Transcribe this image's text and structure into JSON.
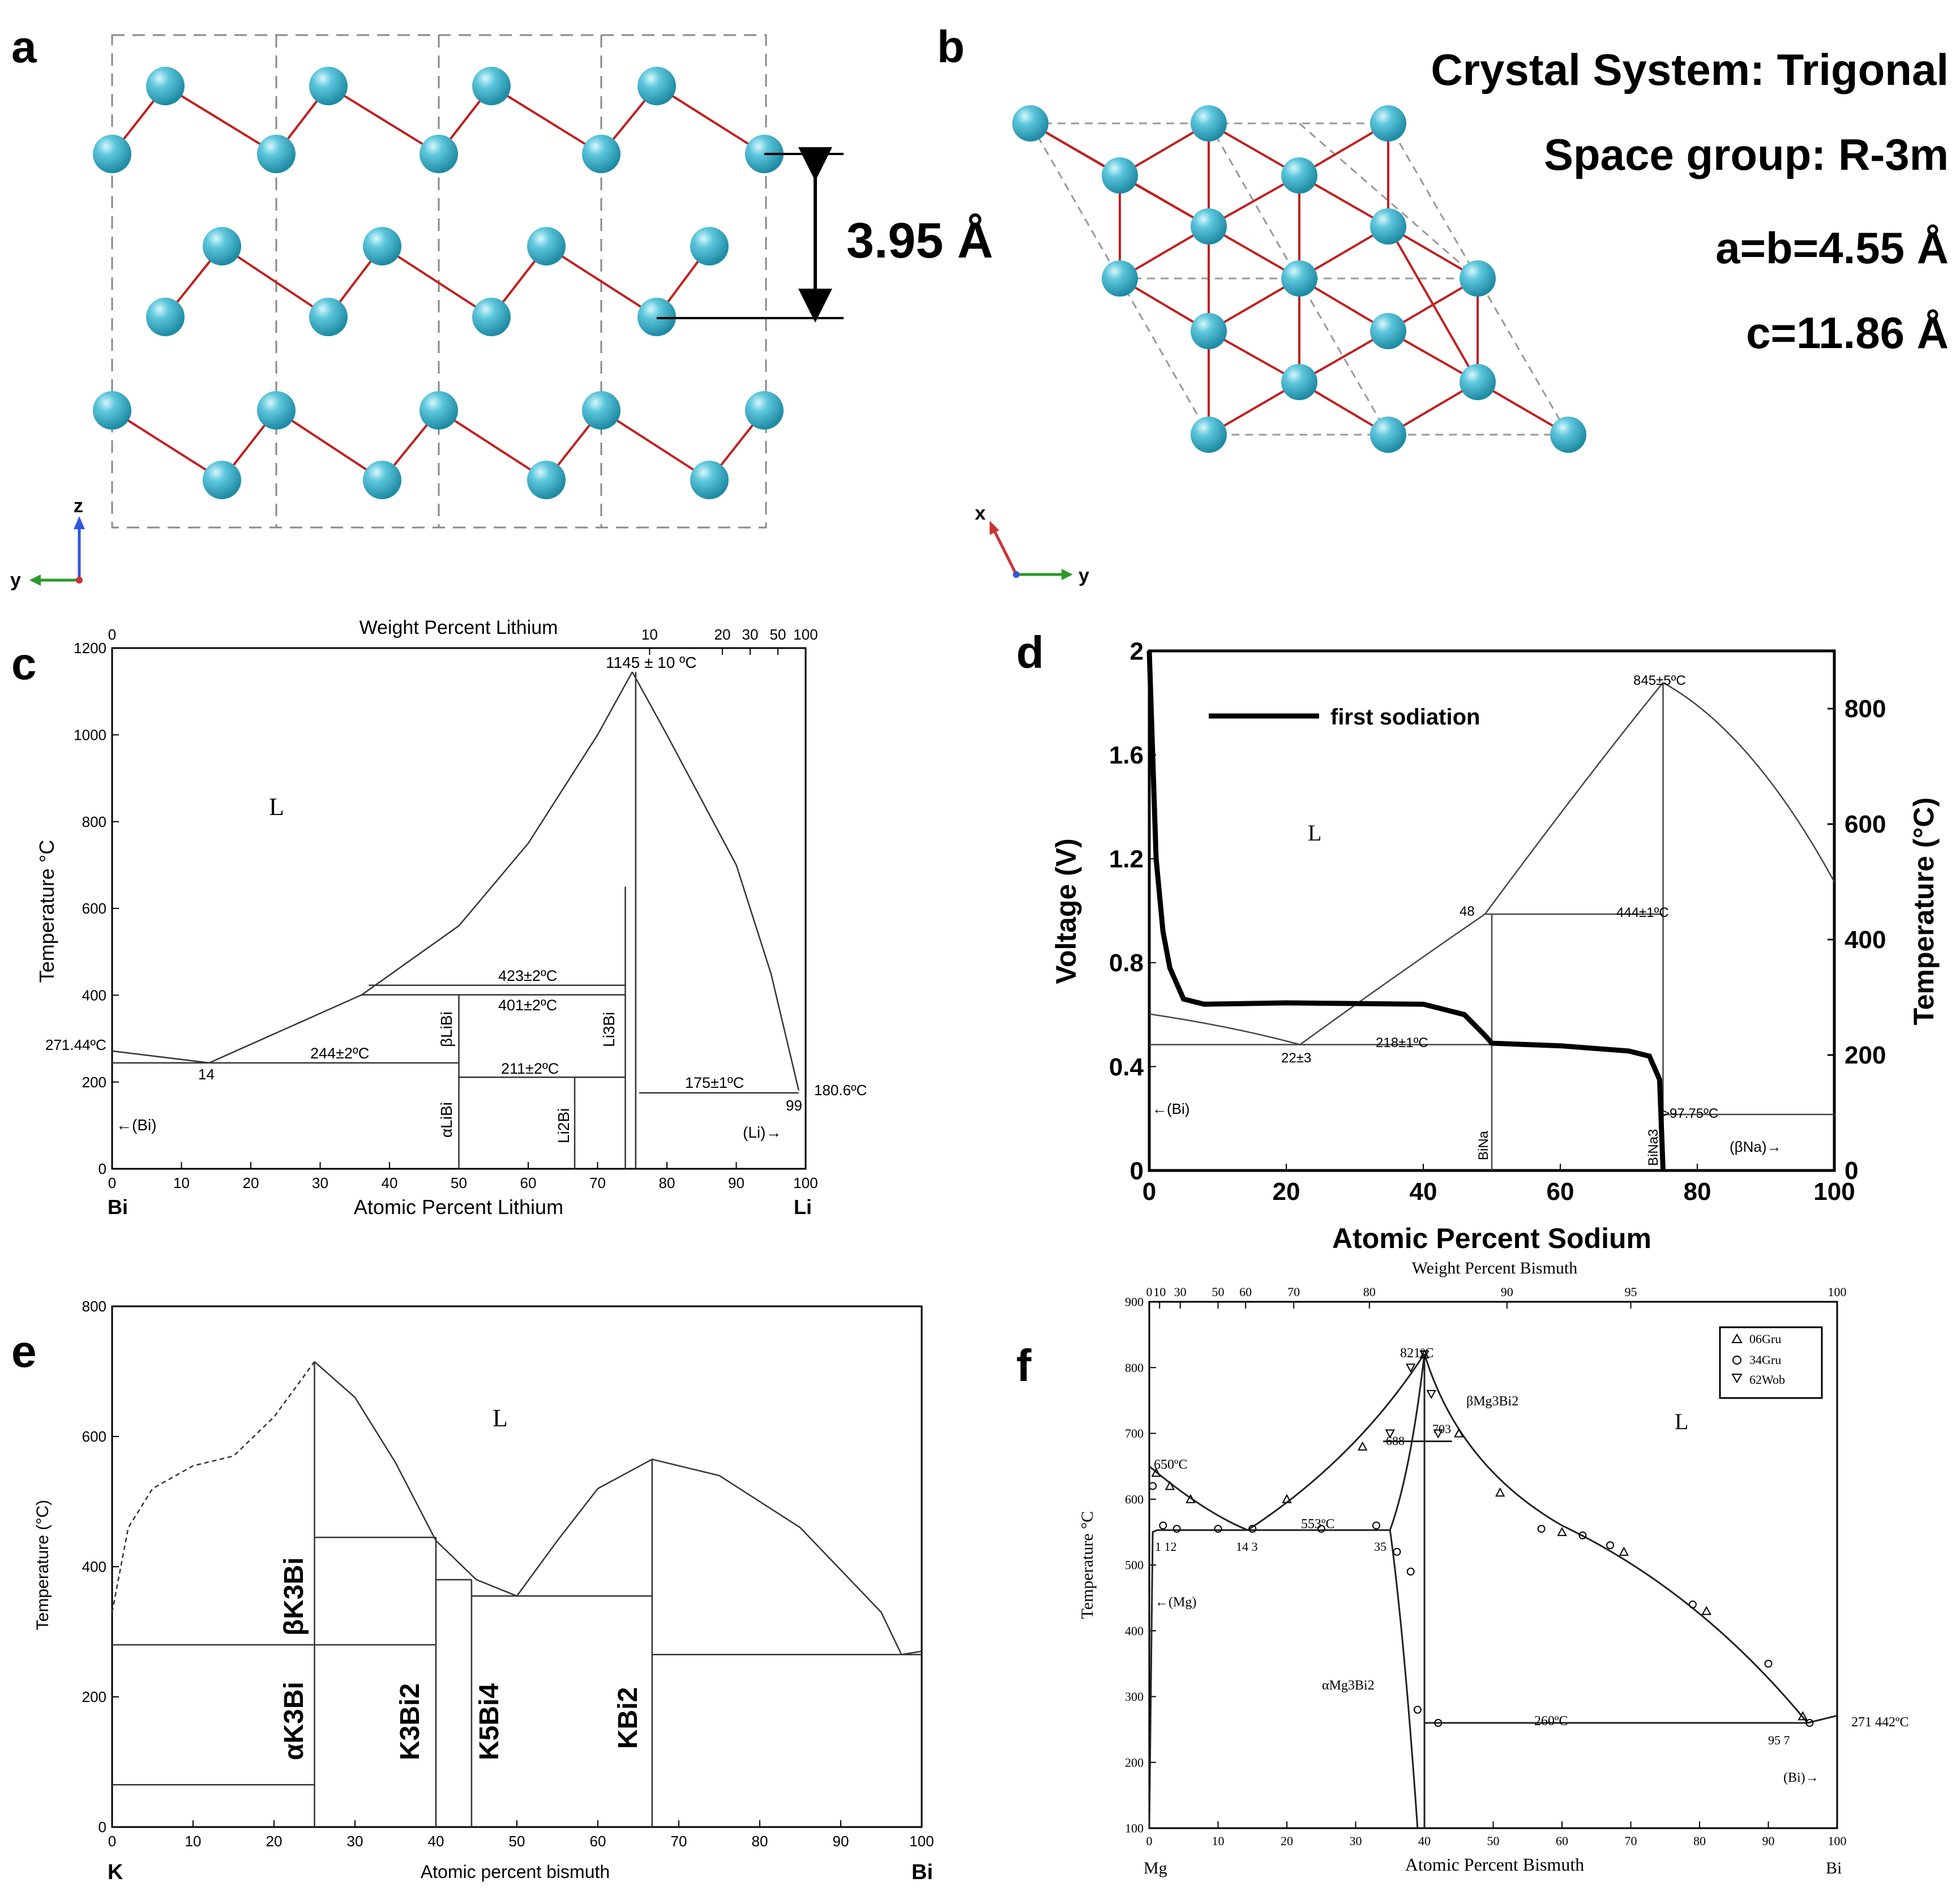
{
  "panels": {
    "a": {
      "label": "a",
      "interlayer_distance": "3.95 Å",
      "axes": {
        "vertical": "z",
        "horizontal": "y"
      }
    },
    "b": {
      "label": "b",
      "crystal_system": "Crystal System: Trigonal",
      "space_group": "Space group: R-3m",
      "lattice_ab": "a=b=4.55 Å",
      "lattice_c": "c=11.86 Å",
      "axes": {
        "vertical": "x",
        "horizontal": "y"
      }
    },
    "c": {
      "label": "c",
      "top_axis_label": "Weight Percent Lithium",
      "top_ticks": [
        "0",
        "10",
        "20",
        "30",
        "50",
        "100"
      ],
      "ylabel": "Temperature °C",
      "xlabel": "Atomic Percent Lithium",
      "left_end": "Bi",
      "right_end": "Li",
      "phase_L": "L",
      "annotations": {
        "peak": "1145 ± 10 ºC",
        "t423": "423±2ºC",
        "t401": "401±2ºC",
        "t244": "244±2ºC",
        "t211": "211±2ºC",
        "t175": "175±1ºC",
        "t271": "271.44ºC",
        "t180": "180.6ºC",
        "e14": "14",
        "e99": "99",
        "bi_phase": "←(Bi)",
        "li_phase": "(Li)→",
        "beta_libi": "βLiBi",
        "alpha_libi": "αLiBi",
        "li2bi": "Li2Bi",
        "li3bi": "Li3Bi"
      }
    },
    "d": {
      "label": "d",
      "ylabel_left": "Voltage (V)",
      "ylabel_right": "Temperature (°C)",
      "xlabel": "Atomic Percent Sodium",
      "legend": "first sodiation",
      "phase_L": "L",
      "annotations": {
        "peak": "845±5ºC",
        "t444": "444±1ºC",
        "t218": "218±1ºC",
        "e48": "48",
        "e22": "22±3",
        "t97": ">97.75ºC",
        "bi": "←(Bi)",
        "na": "(βNa)→",
        "bina": "BiNa",
        "bina3": "BiNa3"
      }
    },
    "e": {
      "label": "e",
      "ylabel": "Temperature (°C)",
      "xlabel": "Atomic percent bismuth",
      "left_end": "K",
      "right_end": "Bi",
      "phase_L": "L",
      "phases": [
        "βK3Bi",
        "αK3Bi",
        "K3Bi2",
        "K5Bi4",
        "KBi2"
      ]
    },
    "f": {
      "label": "f",
      "top_axis_label": "Weight Percent Bismuth",
      "top_ticks": [
        "0",
        "10",
        "30",
        "50",
        "60",
        "70",
        "80",
        "90",
        "95",
        "100"
      ],
      "ylabel": "Temperature °C",
      "xlabel": "Atomic Percent Bismuth",
      "left_end": "Mg",
      "right_end": "Bi",
      "phase_L": "L",
      "legend": [
        "06Gru",
        "34Gru",
        "62Wob"
      ],
      "annotations": {
        "t821": "821ºC",
        "t650": "650ºC",
        "t688": "688",
        "t703": "703",
        "t553": "553ºC",
        "t260": "260ºC",
        "t271": "271 442ºC",
        "e112": "1 12",
        "e143": "14 3",
        "e35": "35",
        "e957": "95 7",
        "beta": "βMg3Bi2",
        "alpha": "αMg3Bi2",
        "mg": "←(Mg)",
        "bi": "(Bi)→"
      }
    }
  },
  "chart_data": [
    {
      "type": "line",
      "panel": "c",
      "xlabel": "Atomic Percent Lithium",
      "ylabel": "Temperature °C",
      "xlim": [
        0,
        100
      ],
      "ylim": [
        0,
        1200
      ],
      "x_ticks": [
        0,
        10,
        20,
        30,
        40,
        50,
        60,
        70,
        80,
        90,
        100
      ],
      "y_ticks": [
        0,
        200,
        400,
        600,
        800,
        1000,
        1200
      ],
      "series": [
        {
          "x": [
            0,
            14,
            36,
            50,
            60,
            70,
            75
          ],
          "y": [
            271.44,
            244,
            401,
            560,
            750,
            1000,
            1145
          ]
        },
        {
          "x": [
            75,
            80,
            90,
            95,
            99
          ],
          "y": [
            1145,
            1000,
            700,
            450,
            180.6
          ]
        }
      ]
    },
    {
      "type": "line",
      "panel": "d",
      "xlabel": "Atomic Percent Sodium",
      "ylabel": "Voltage (V)",
      "y2label": "Temperature (°C)",
      "xlim": [
        0,
        100
      ],
      "ylim": [
        0,
        2
      ],
      "y2lim": [
        0,
        900
      ],
      "x_ticks": [
        0,
        20,
        40,
        60,
        80,
        100
      ],
      "y_ticks": [
        0,
        0.4,
        0.8,
        1.2,
        1.6,
        2
      ],
      "y2_ticks": [
        0,
        200,
        400,
        600,
        800
      ],
      "series": [
        {
          "name": "first sodiation",
          "x": [
            0,
            0.5,
            1,
            2,
            3,
            5,
            8,
            20,
            40,
            46,
            49,
            50,
            60,
            70,
            73,
            74.5,
            75
          ],
          "y": [
            2.0,
            1.6,
            1.2,
            0.92,
            0.78,
            0.66,
            0.64,
            0.645,
            0.64,
            0.6,
            0.52,
            0.49,
            0.48,
            0.46,
            0.44,
            0.35,
            0.0
          ]
        }
      ]
    },
    {
      "type": "line",
      "panel": "e",
      "xlabel": "Atomic percent bismuth",
      "ylabel": "Temperature (°C)",
      "xlim": [
        0,
        100
      ],
      "ylim": [
        0,
        800
      ],
      "x_ticks": [
        0,
        10,
        20,
        30,
        40,
        50,
        60,
        70,
        80,
        90,
        100
      ],
      "y_ticks": [
        0,
        200,
        400,
        600,
        800
      ],
      "series": [
        {
          "x": [
            0,
            2,
            5,
            10,
            15,
            20,
            25
          ],
          "y": [
            330,
            460,
            520,
            555,
            570,
            630,
            715
          ]
        },
        {
          "x": [
            25,
            30,
            35,
            40,
            45,
            50,
            55,
            60,
            66.7,
            75,
            85,
            95,
            97.5,
            100
          ],
          "y": [
            715,
            660,
            560,
            440,
            380,
            355,
            440,
            520,
            565,
            540,
            460,
            330,
            265,
            270
          ]
        }
      ]
    },
    {
      "type": "scatter",
      "panel": "f",
      "xlabel": "Atomic Percent Bismuth",
      "ylabel": "Temperature °C",
      "xlim": [
        0,
        100
      ],
      "ylim": [
        100,
        900
      ],
      "x_ticks": [
        0,
        10,
        20,
        30,
        40,
        50,
        60,
        70,
        80,
        90,
        100
      ],
      "y_ticks": [
        100,
        200,
        300,
        400,
        500,
        600,
        700,
        800,
        900
      ],
      "series": [
        {
          "name": "06Gru",
          "x": [
            1,
            3,
            6,
            20,
            31,
            40,
            45,
            51,
            60,
            69,
            81,
            95
          ],
          "y": [
            640,
            620,
            600,
            600,
            680,
            820,
            700,
            610,
            550,
            520,
            430,
            270
          ]
        },
        {
          "name": "34Gru",
          "x": [
            0.5,
            2,
            4,
            10,
            15,
            25,
            33,
            36,
            38,
            39,
            42,
            57,
            63,
            67,
            79,
            90,
            96
          ],
          "y": [
            620,
            560,
            555,
            555,
            555,
            555,
            560,
            520,
            490,
            280,
            260,
            555,
            545,
            530,
            440,
            350,
            260
          ]
        },
        {
          "name": "62Wob",
          "x": [
            35,
            38,
            40,
            41,
            42
          ],
          "y": [
            700,
            800,
            820,
            760,
            700
          ]
        }
      ]
    }
  ]
}
